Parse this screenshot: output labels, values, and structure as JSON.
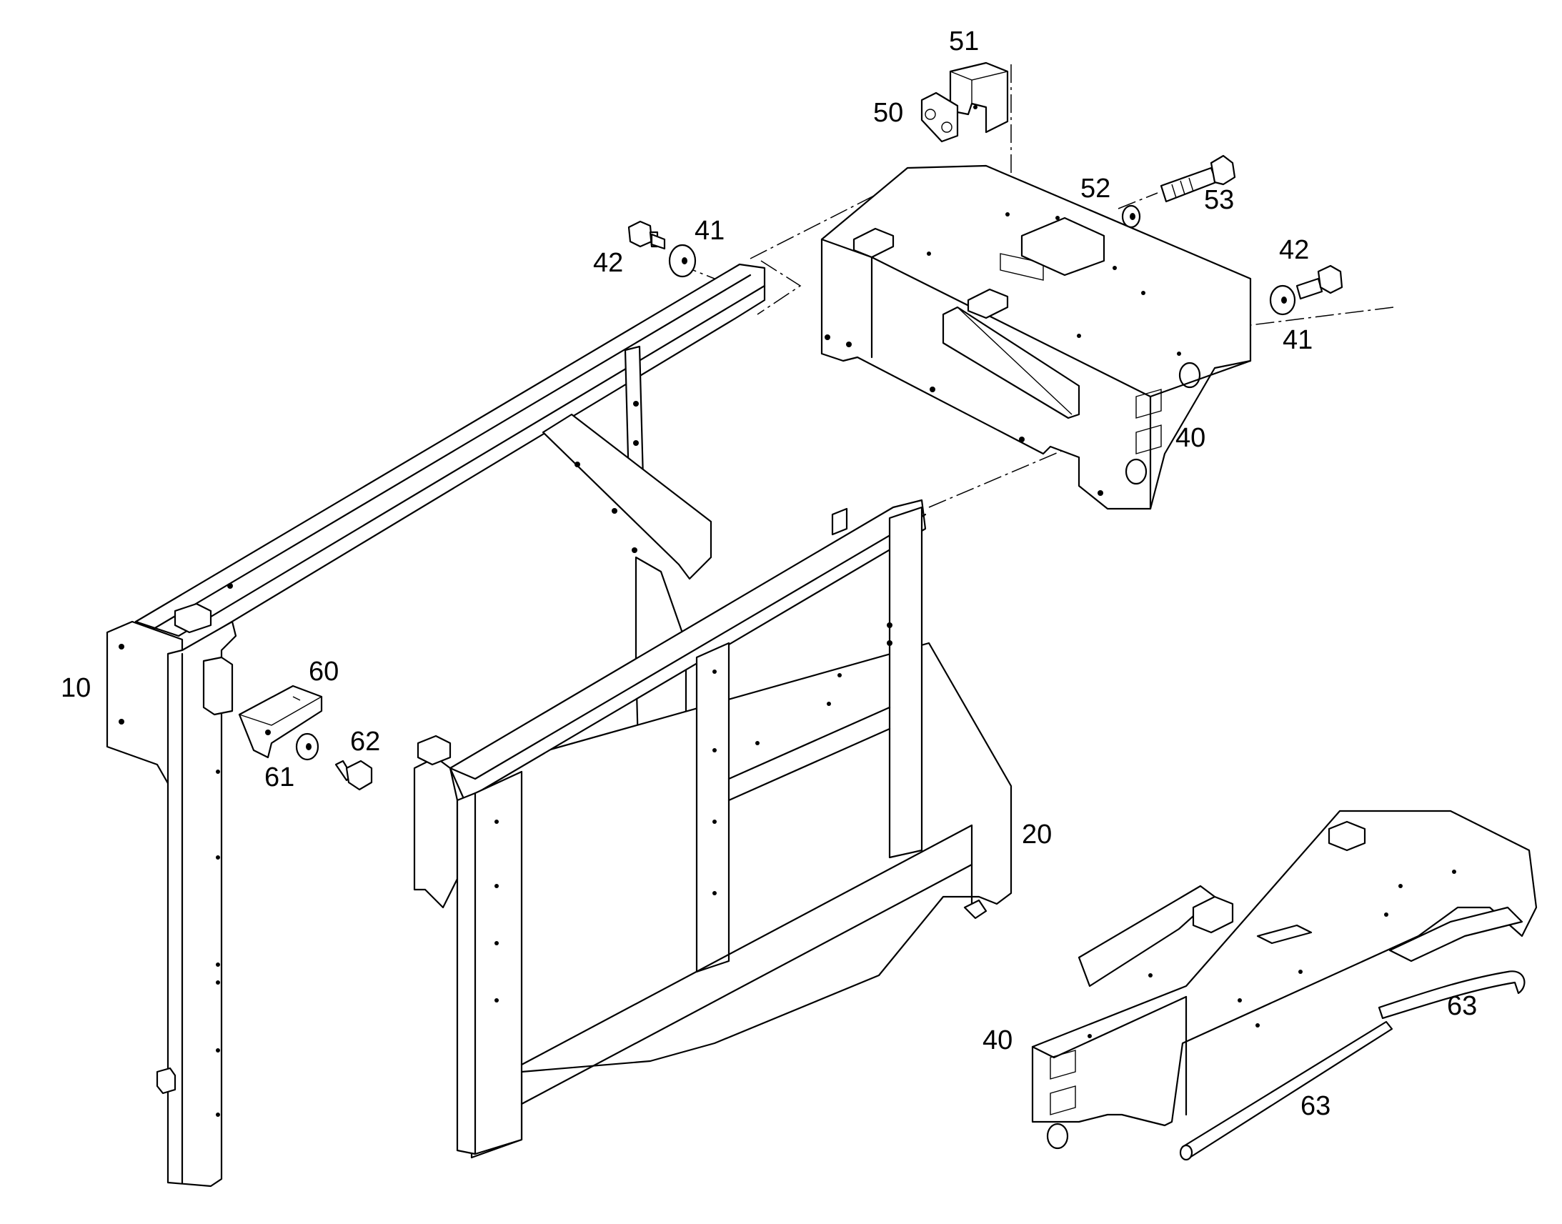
{
  "callouts": [
    {
      "id": "c51",
      "label": "51"
    },
    {
      "id": "c50",
      "label": "50"
    },
    {
      "id": "c52",
      "label": "52"
    },
    {
      "id": "c53",
      "label": "53"
    },
    {
      "id": "c42a",
      "label": "42"
    },
    {
      "id": "c41a",
      "label": "41"
    },
    {
      "id": "c42b",
      "label": "42"
    },
    {
      "id": "c41b",
      "label": "41"
    },
    {
      "id": "c40a",
      "label": "40"
    },
    {
      "id": "c10",
      "label": "10"
    },
    {
      "id": "c60",
      "label": "60"
    },
    {
      "id": "c62",
      "label": "62"
    },
    {
      "id": "c61",
      "label": "61"
    },
    {
      "id": "c20",
      "label": "20"
    },
    {
      "id": "c40b",
      "label": "40"
    },
    {
      "id": "c63a",
      "label": "63"
    },
    {
      "id": "c63b",
      "label": "63"
    }
  ],
  "colors": {
    "line": "#000000",
    "background": "#ffffff"
  }
}
